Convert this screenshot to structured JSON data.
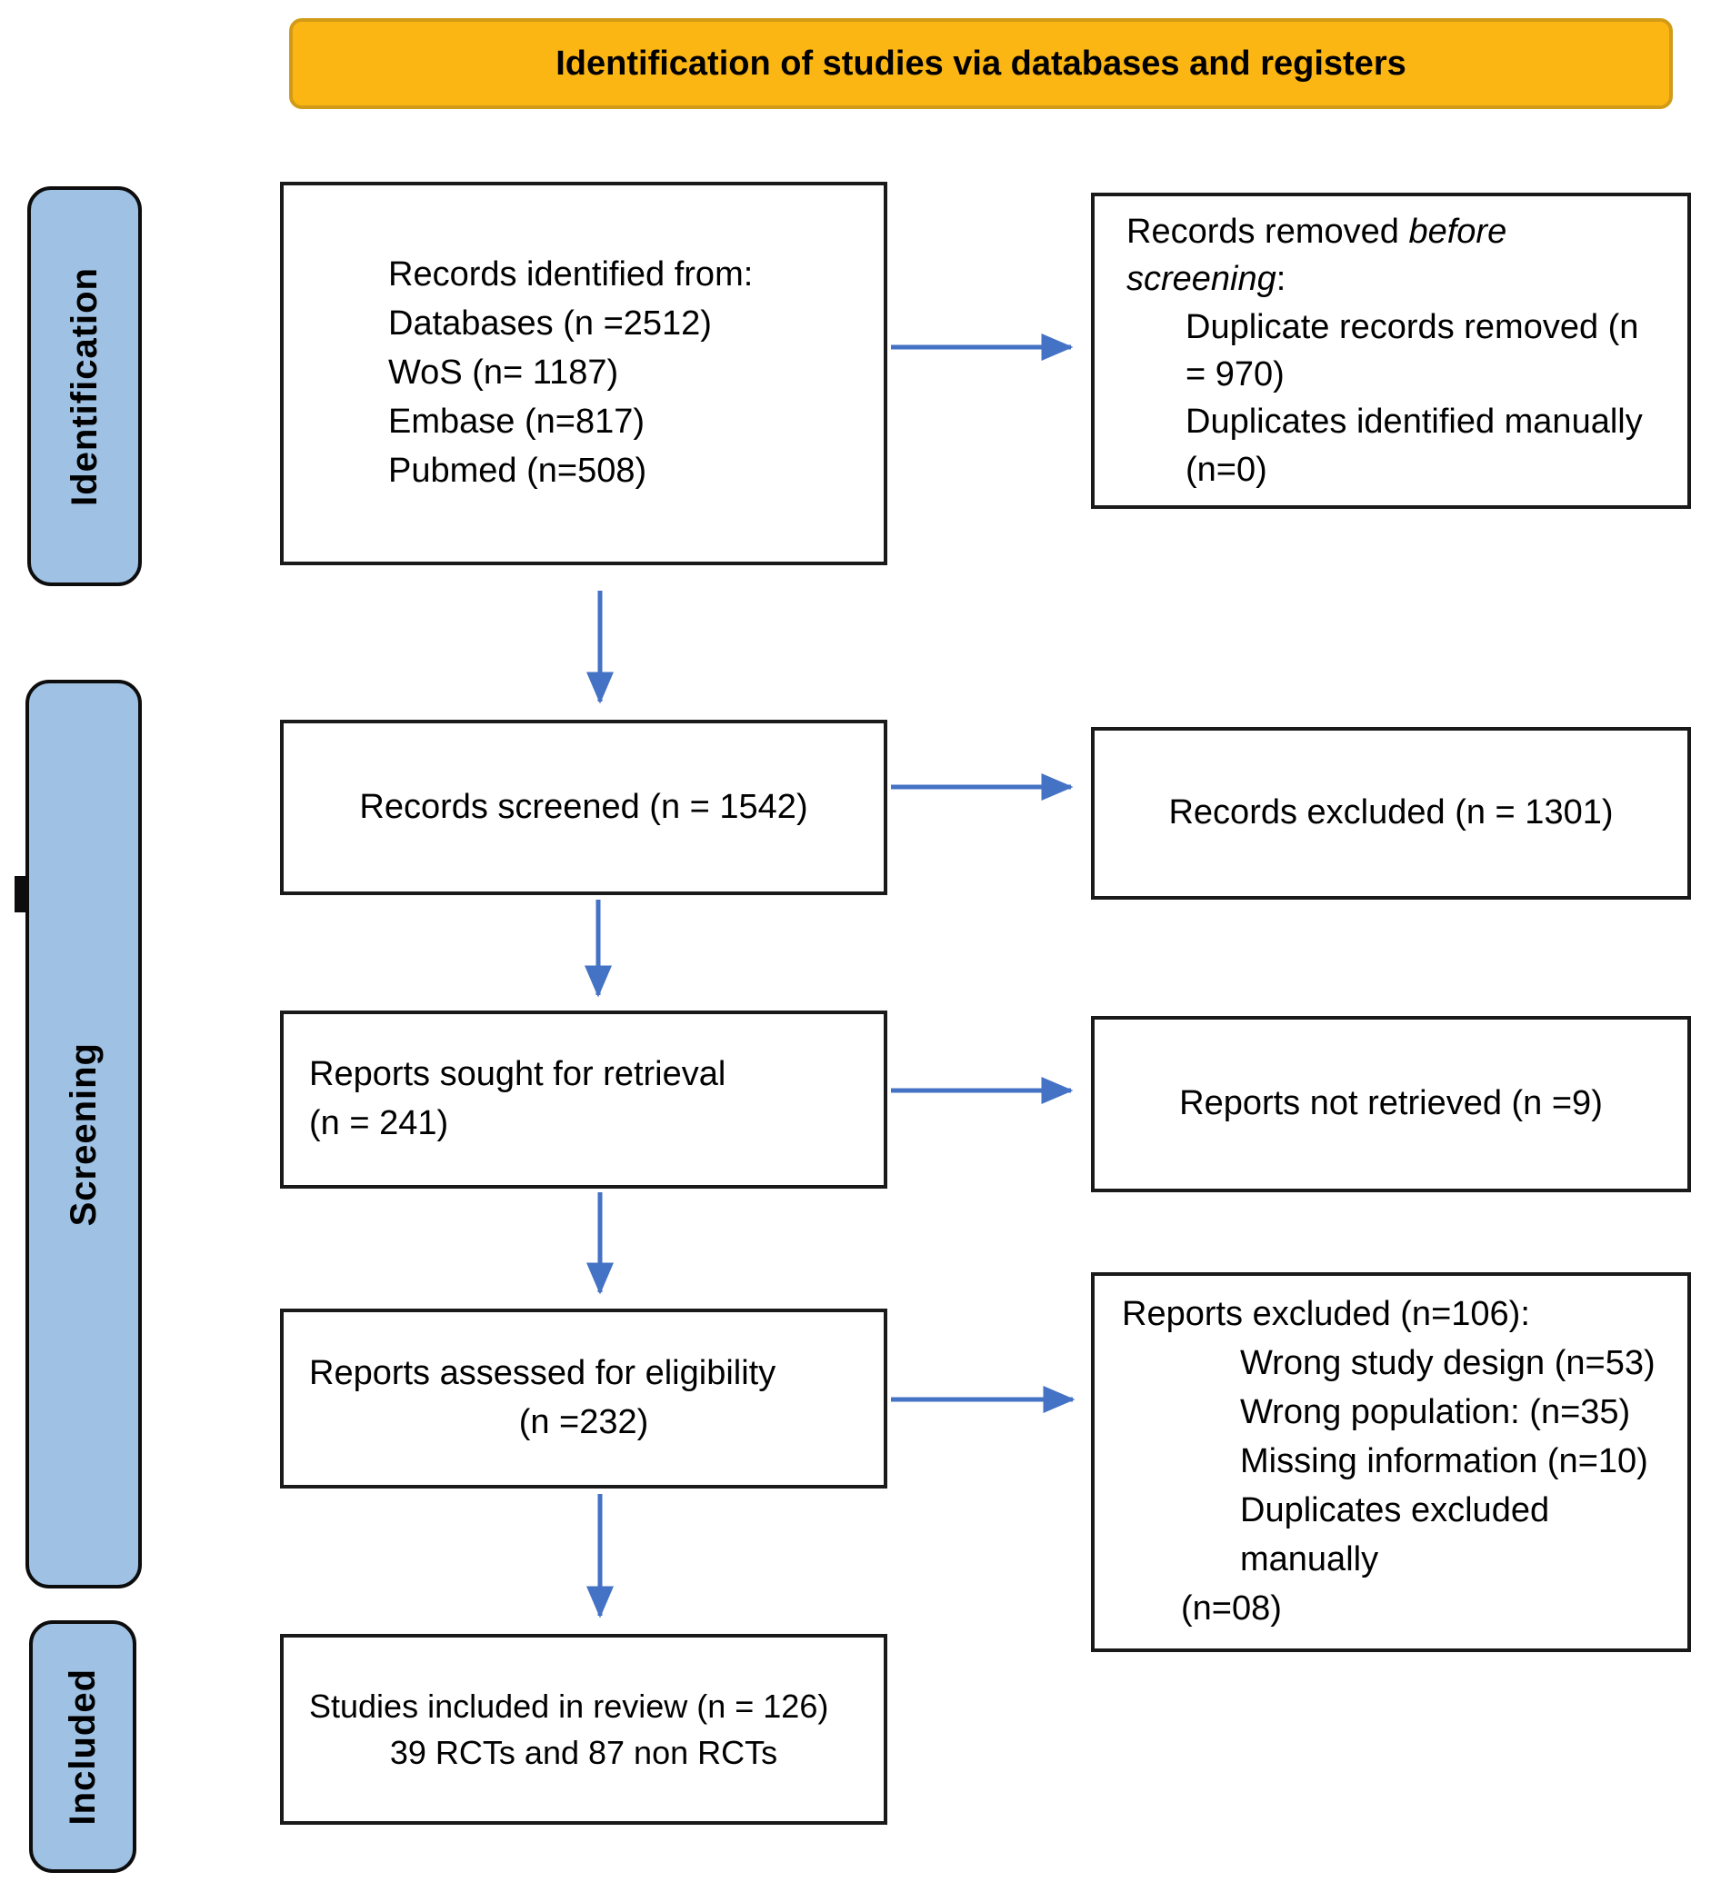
{
  "title": {
    "banner": "Identification of studies via databases and registers"
  },
  "colors": {
    "banner_fill": "#FCB614",
    "banner_border": "#D29B17",
    "stage_fill": "#9FC2E4",
    "box_border": "#1A1A1A",
    "arrow": "#4472C4"
  },
  "stages": {
    "identification": "Identification",
    "screening": "Screening",
    "included": "Included"
  },
  "boxes": {
    "records_identified": {
      "lines": [
        "Records identified from:",
        "Databases (n =2512)",
        "WoS (n= 1187)",
        "Embase (n=817)",
        "Pubmed (n=508)"
      ]
    },
    "records_removed": {
      "line1_normal": "Records removed ",
      "line1_italic": "before",
      "line2_italic": "screening",
      "line2_normal": ":",
      "items": [
        "Duplicate records removed (n",
        "= 970)",
        "Duplicates identified manually",
        "(n=0)"
      ]
    },
    "records_screened": {
      "text": "Records screened (n = 1542)"
    },
    "records_excluded": {
      "text": "Records excluded (n = 1301)"
    },
    "reports_sought": {
      "line1": "Reports sought for retrieval",
      "line2": "(n = 241)"
    },
    "reports_not_retrieved": {
      "text": "Reports not retrieved (n =9)"
    },
    "reports_assessed": {
      "line1": "Reports assessed for eligibility",
      "line2": "(n =232)"
    },
    "reports_excluded": {
      "header": "Reports excluded (n=106):",
      "items": [
        "Wrong study design (n=53)",
        "Wrong population: (n=35)",
        "Missing information (n=10)",
        "Duplicates excluded manually"
      ],
      "footer": "(n=08)"
    },
    "studies_included": {
      "line1": "Studies included in review (n = 126)",
      "line2": "39 RCTs and 87 non RCTs"
    }
  }
}
